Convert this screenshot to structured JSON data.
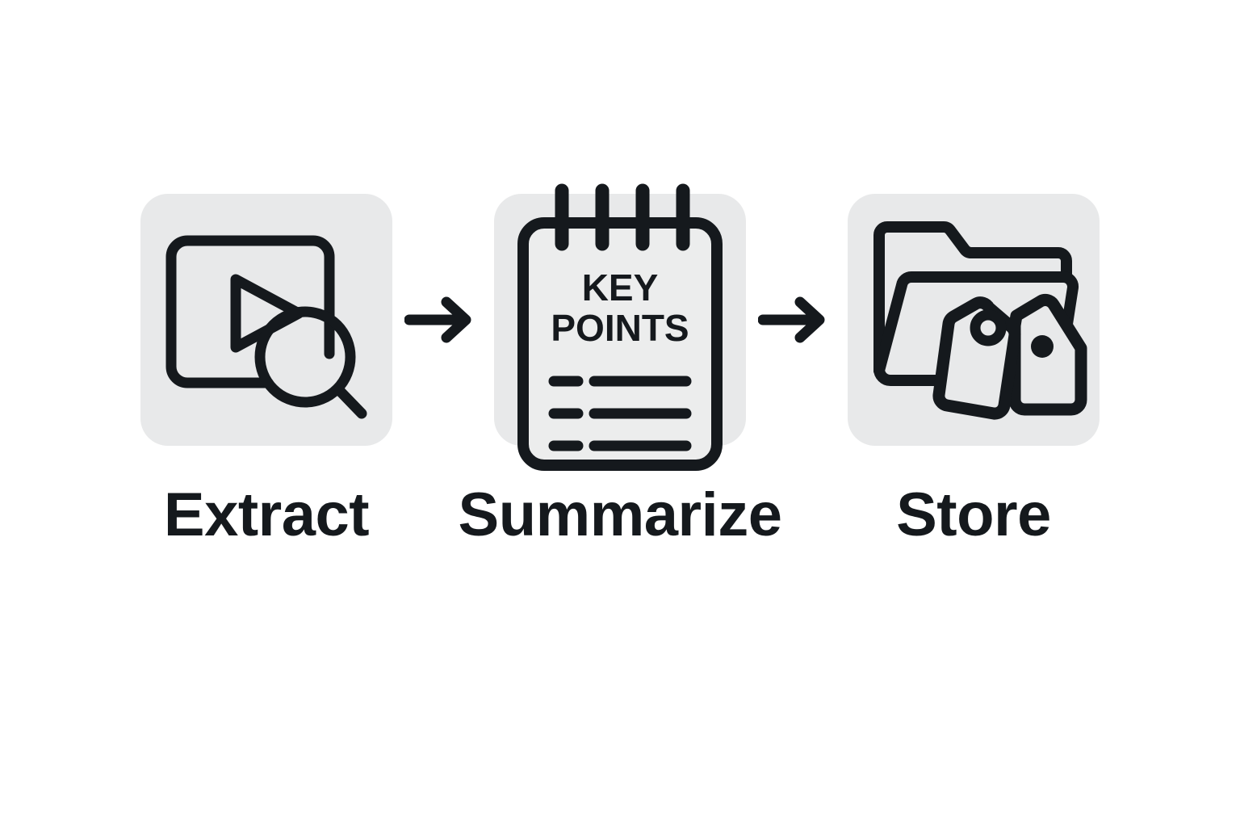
{
  "diagram": {
    "type": "process-flow",
    "orientation": "horizontal",
    "background_color": "#ffffff",
    "stage_count": 3,
    "connector_count": 2
  },
  "colors": {
    "tile_background": "#e8e9ea",
    "stroke": "#15191d",
    "label_text": "#15191d",
    "page_background": "#ffffff",
    "paper_fill": "#eceded"
  },
  "stages": [
    {
      "label": "Extract",
      "icon_name": "video-search-icon",
      "icon_parts": [
        "video-frame",
        "play-triangle",
        "magnifier"
      ]
    },
    {
      "label": "Summarize",
      "icon_name": "notepad-key-points-icon",
      "icon_parts": [
        "spiral-rings",
        "notepad-body",
        "heading-text",
        "bullet-lines"
      ],
      "notepad": {
        "heading_line_1": "KEY",
        "heading_line_2": "POINTS",
        "ring_count": 4,
        "bullet_line_count": 3
      }
    },
    {
      "label": "Store",
      "icon_name": "folder-tags-icon",
      "icon_parts": [
        "folder",
        "tag-front",
        "tag-back"
      ]
    }
  ],
  "connectors": [
    {
      "icon_name": "arrow-right-icon",
      "from": "Extract",
      "to": "Summarize"
    },
    {
      "icon_name": "arrow-right-icon",
      "from": "Summarize",
      "to": "Store"
    }
  ]
}
